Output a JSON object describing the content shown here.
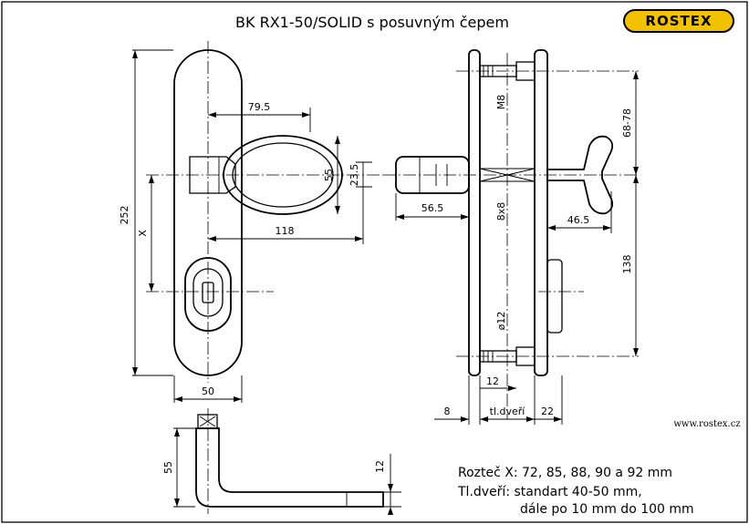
{
  "title": "BK RX1-50/SOLID s posuvným čepem",
  "logo": "ROSTEX",
  "website": "www.rostex.cz",
  "colors": {
    "logo_bg": "#f2c200",
    "line": "#000000",
    "background": "#ffffff"
  },
  "dims": {
    "d79": "79.5",
    "d55a": "55",
    "d23": "23.5",
    "d56": "56.5",
    "d118": "118",
    "d252": "252",
    "dx": "X",
    "d50": "50",
    "dm8": "M8",
    "d8x8": "8x8",
    "d12dia": "ø12",
    "d68": "68-78",
    "d46": "46.5",
    "d138": "138",
    "d12": "12",
    "d8": "8",
    "dtl": "tl.dveří",
    "d22": "22",
    "d55b": "55",
    "d12b": "12"
  },
  "notes": {
    "line1": "Rozteč X: 72, 85, 88, 90 a 92 mm",
    "line2": "Tl.dveří: standart 40-50 mm,",
    "line3": "dále po 10 mm do 100 mm"
  }
}
